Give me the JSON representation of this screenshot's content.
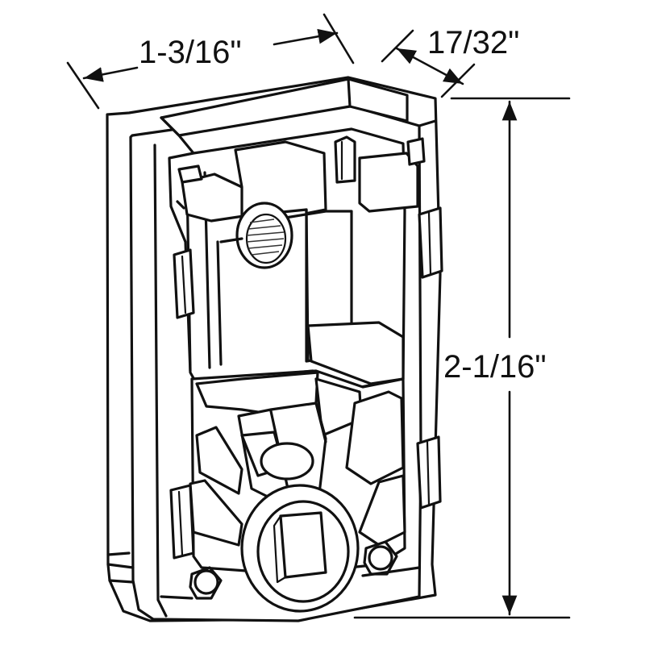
{
  "dimensions": {
    "width_label": "1-3/16\"",
    "depth_label": "17/32\"",
    "height_label": "2-1/16\""
  }
}
